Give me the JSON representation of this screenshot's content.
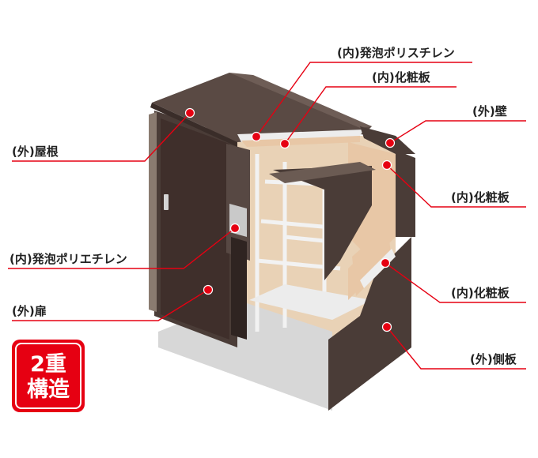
{
  "labels": {
    "inner_foam_polystyrene": "(内)発泡ポリスチレン",
    "inner_decor_top": "(内)化粧板",
    "outer_wall": "(外)壁",
    "outer_roof": "(外)屋根",
    "inner_decor_right_upper": "(内)化粧板",
    "inner_foam_polyethylene": "(内)発泡ポリエチレン",
    "inner_decor_right_lower": "(内)化粧板",
    "outer_door": "(外)扉",
    "outer_side_panel": "(外)側板"
  },
  "badge": {
    "line1": "2重",
    "line2": "構造"
  },
  "colors": {
    "outer_panel": "#4a3c37",
    "inner_panel": "#e8c7a6",
    "frame": "#d8d8d8",
    "marker": "#e60012",
    "leader": "#e60012"
  }
}
